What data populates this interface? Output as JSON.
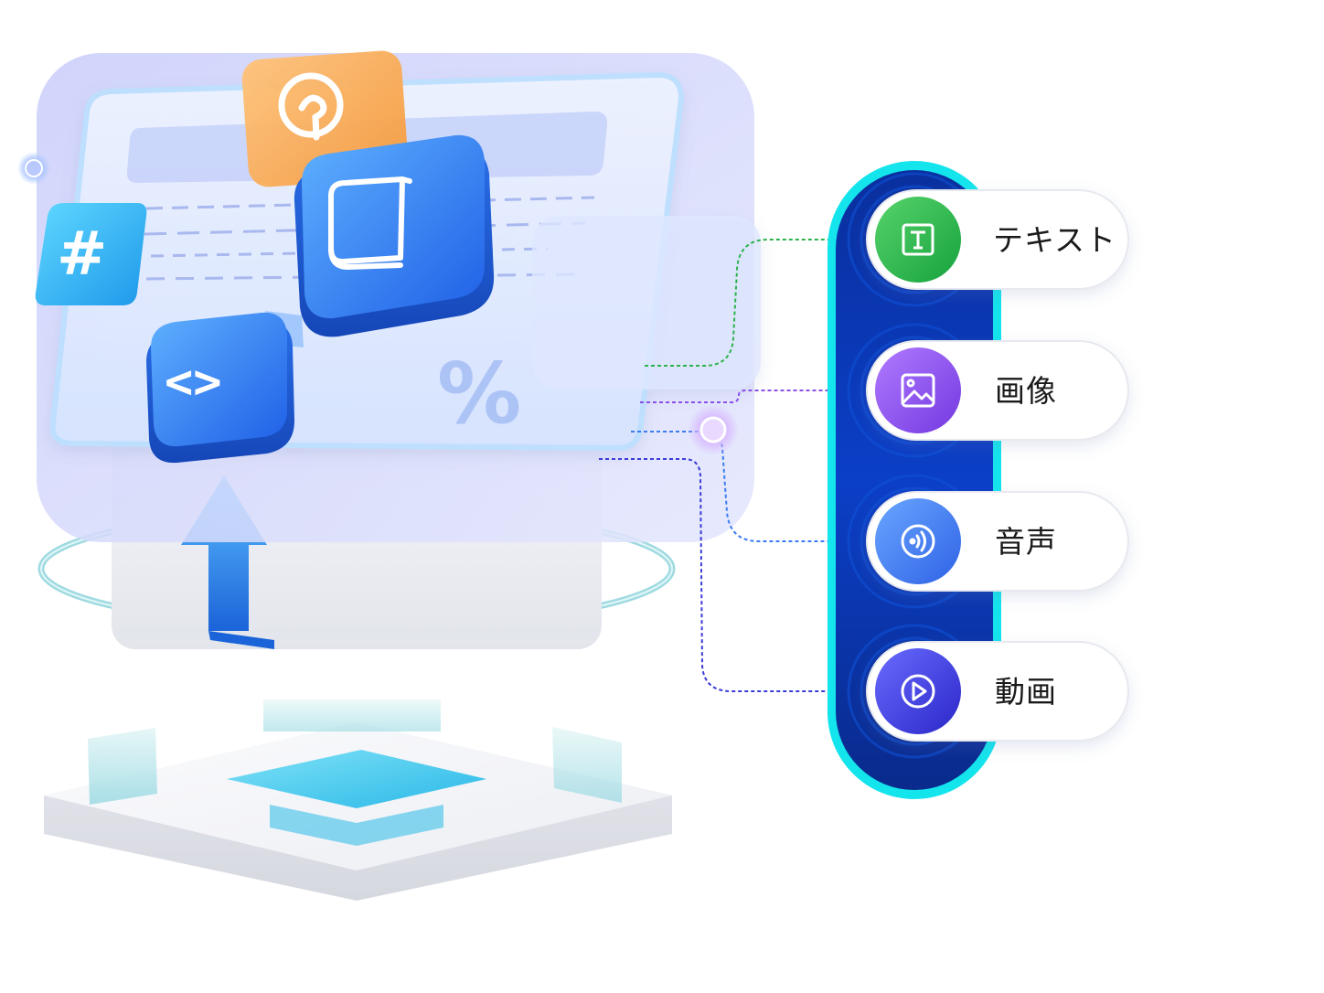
{
  "illustration": {
    "left_symbols": {
      "hash": "#",
      "code": "<>",
      "percent": "%"
    }
  },
  "outputs": [
    {
      "label": "テキスト",
      "icon": "text-icon",
      "color": "#22b14c",
      "connector": "#2bb24c"
    },
    {
      "label": "画像",
      "icon": "image-icon",
      "color": "#8a4fe8",
      "connector": "#8a4fe8"
    },
    {
      "label": "音声",
      "icon": "audio-icon",
      "color": "#3b7cf0",
      "connector": "#3b7cf0"
    },
    {
      "label": "動画",
      "icon": "video-icon",
      "color": "#3a3ad6",
      "connector": "#3a3ad6"
    }
  ]
}
